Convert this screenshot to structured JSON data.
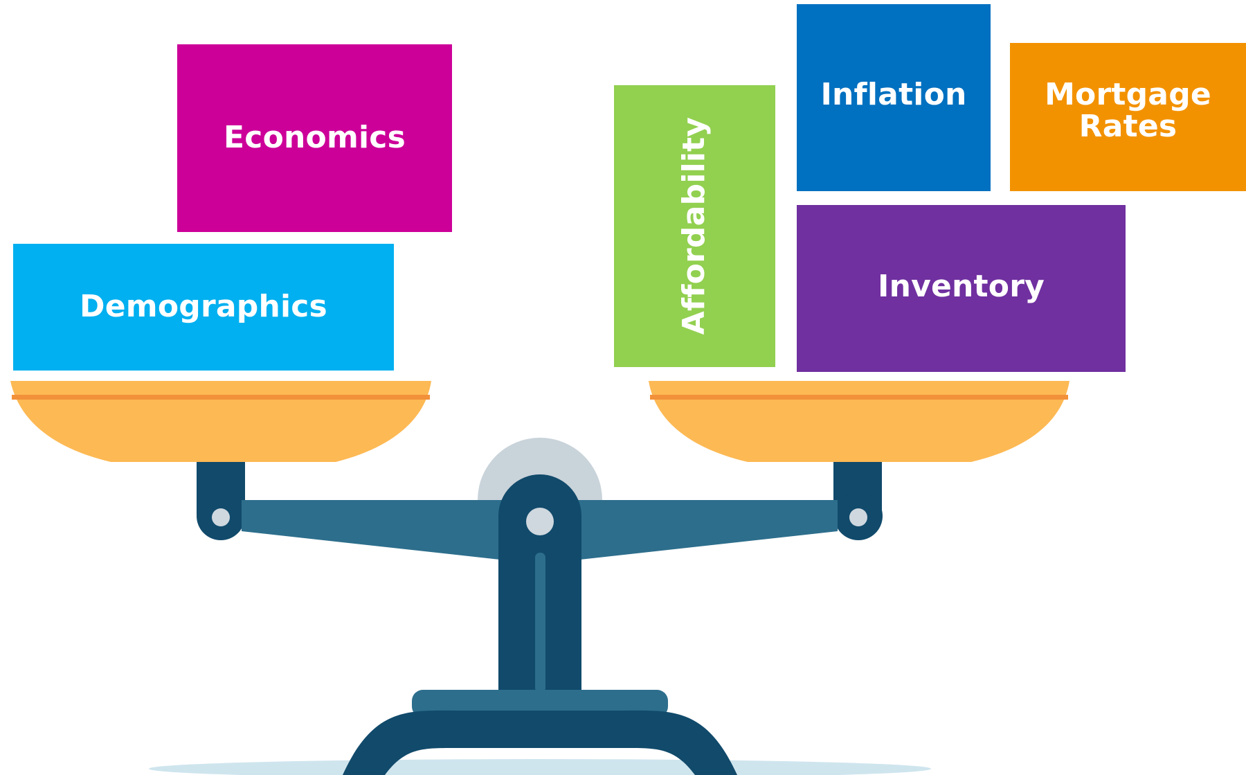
{
  "blocks": {
    "economics": {
      "label": "Economics",
      "color": "#cc0099"
    },
    "demographics": {
      "label": "Demographics",
      "color": "#00b0f0"
    },
    "affordability": {
      "label": "Affordability",
      "color": "#92d050"
    },
    "inflation": {
      "label": "Inflation",
      "color": "#0070c0"
    },
    "mortgage_rates": {
      "label": "Mortgage Rates",
      "line1": "Mortgage",
      "line2": "Rates",
      "color": "#f39200"
    },
    "inventory": {
      "label": "Inventory",
      "color": "#7030a0"
    }
  },
  "scale": {
    "pan_color": "#fdb954",
    "pan_stripe_color": "#f2913a",
    "beam_color": "#2d6e8c",
    "post_color": "#114a6b",
    "hub_halo_color": "#c9d3da",
    "pivot_color": "#cfd8df",
    "shadow_color": "#cfe5ee"
  }
}
